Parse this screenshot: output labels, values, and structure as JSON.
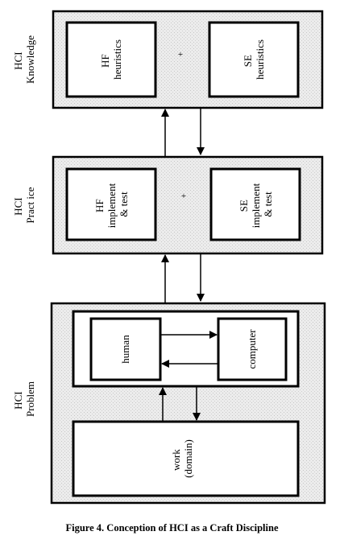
{
  "panels": {
    "knowledge": {
      "side_label": [
        "HCI",
        "Knowledge"
      ],
      "left_box": [
        "HF",
        "heuristics"
      ],
      "right_box": [
        "SE",
        "heuristics"
      ],
      "operator": "+"
    },
    "practice": {
      "side_label": [
        "HCI",
        "Pract ice"
      ],
      "left_box": [
        "HF",
        "implement",
        "& test"
      ],
      "right_box": [
        "SE",
        "implement",
        "& test"
      ],
      "operator": "+"
    },
    "problem": {
      "side_label": [
        "HCI",
        "Problem"
      ],
      "human_box": "human",
      "computer_box": "computer",
      "work_box": [
        "work",
        "(domain)"
      ]
    }
  },
  "caption": "Figure 4.  Conception of HCI as a Craft Discipline",
  "colors": {
    "panel_fill": "#e9e9e9",
    "stroke": "#000000",
    "box_fill": "#ffffff"
  }
}
